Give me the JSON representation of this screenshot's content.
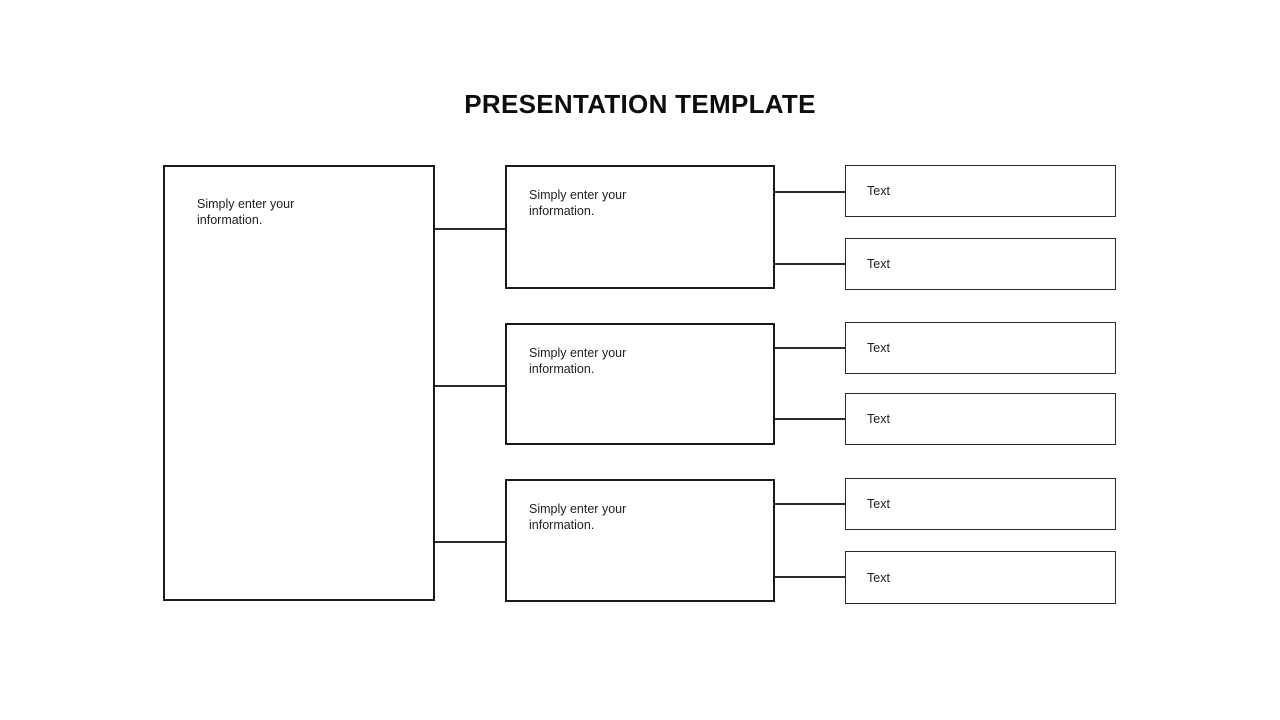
{
  "title": "PRESENTATION TEMPLATE",
  "left_box": {
    "text": "Simply enter your information."
  },
  "middle_boxes": [
    {
      "text": "Simply enter your information."
    },
    {
      "text": "Simply enter your information."
    },
    {
      "text": "Simply enter your information."
    }
  ],
  "right_boxes": [
    {
      "label": "Text"
    },
    {
      "label": "Text"
    },
    {
      "label": "Text"
    },
    {
      "label": "Text"
    },
    {
      "label": "Text"
    },
    {
      "label": "Text"
    }
  ],
  "colors": {
    "background": "#ffffff",
    "border": "#1a1a1a",
    "text": "#1f1f1f",
    "title": "#0d0d0d"
  }
}
